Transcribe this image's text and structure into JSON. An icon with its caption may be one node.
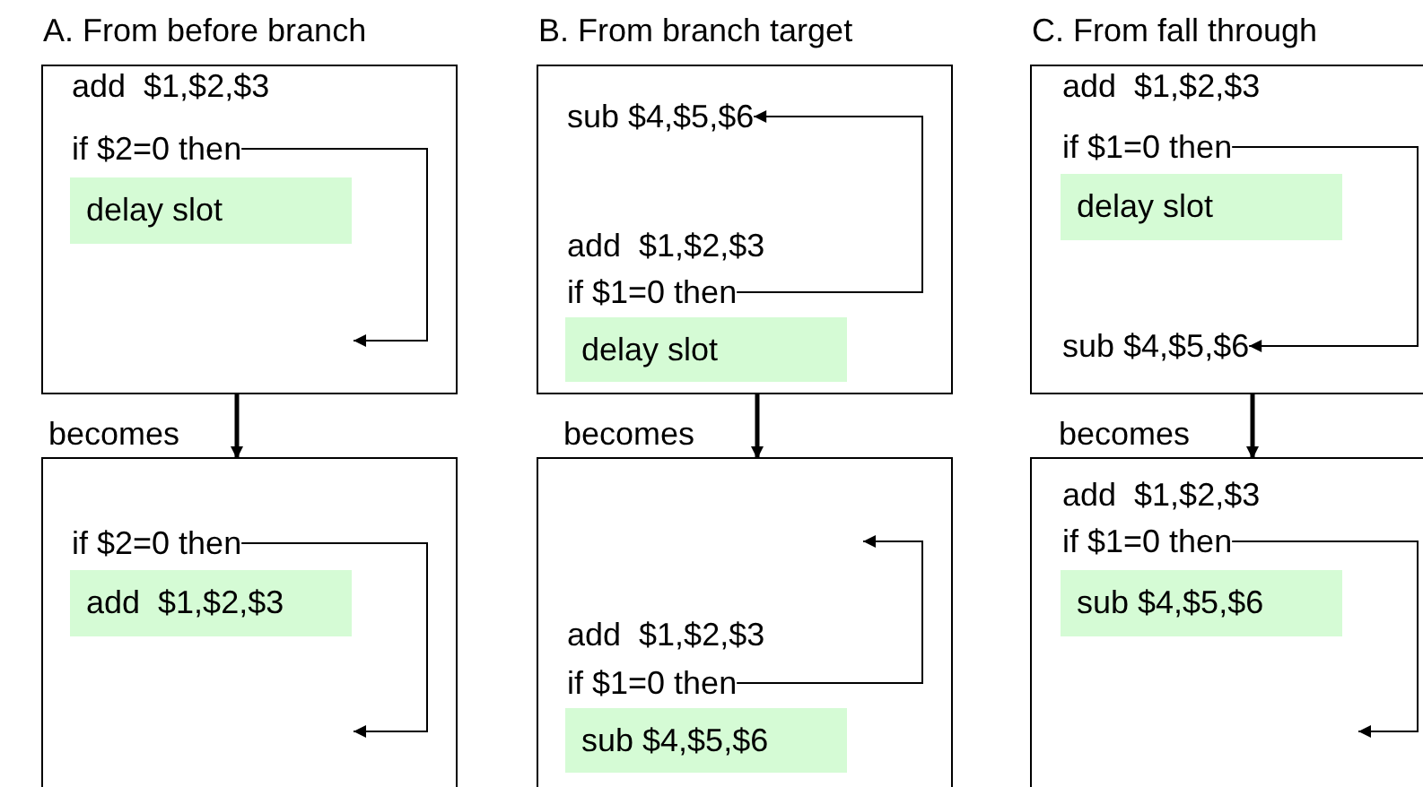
{
  "diagram": {
    "nodes": [
      {
        "text": [
          "A. From before branch"
        ]
      },
      {
        "text": [
          "add  $1,$2,$3"
        ],
        "in": 0
      },
      {
        "text": [
          "if $2=0 then"
        ],
        "in": 0
      },
      {
        "text": [
          "delay slot"
        ],
        "in": 0
      },
      {
        "text": [],
        "shape": "box"
      },
      {
        "text": [
          "if $2=0 then"
        ],
        "in": 4
      },
      {
        "text": [
          "add  $1,$2,$3"
        ],
        "in": 4
      },
      {
        "text": [
          "B. From branch target"
        ]
      },
      {
        "text": [
          "sub $4,$5,$6"
        ],
        "in": 7
      },
      {
        "text": [
          "add  $1,$2,$3"
        ],
        "in": 7
      },
      {
        "text": [
          "if $1=0 then"
        ],
        "in": 7
      },
      {
        "text": [
          "delay slot"
        ],
        "in": 7
      },
      {
        "text": [],
        "shape": "box"
      },
      {
        "text": [
          "add  $1,$2,$3"
        ],
        "in": 12
      },
      {
        "text": [
          "if $1=0 then"
        ],
        "in": 12
      },
      {
        "text": [
          "sub $4,$5,$6"
        ],
        "in": 12
      },
      {
        "text": [
          "C. From fall through"
        ]
      },
      {
        "text": [
          "add  $1,$2,$3"
        ],
        "in": 16
      },
      {
        "text": [
          "if $1=0 then"
        ],
        "in": 16
      },
      {
        "text": [
          "delay slot"
        ],
        "in": 16
      },
      {
        "text": [
          "sub $4,$5,$6"
        ],
        "in": 16
      },
      {
        "text": [],
        "shape": "box"
      },
      {
        "text": [
          "add  $1,$2,$3"
        ],
        "in": 21
      },
      {
        "text": [
          "if $1=0 then"
        ],
        "in": 21
      },
      {
        "text": [
          "sub $4,$5,$6"
        ],
        "in": 21
      }
    ],
    "edges": [
      {
        "from": 2,
        "to": null,
        "arrow": "to"
      },
      {
        "from": 0,
        "to": 4,
        "arrow": "to",
        "label": "becomes",
        "style": "thick"
      },
      {
        "from": 5,
        "to": null,
        "arrow": "to"
      },
      {
        "from": 10,
        "to": 8,
        "arrow": "to"
      },
      {
        "from": 7,
        "to": 12,
        "arrow": "to",
        "label": "becomes",
        "style": "thick"
      },
      {
        "from": 14,
        "to": null,
        "arrow": "to"
      },
      {
        "from": 18,
        "to": 20,
        "arrow": "to"
      },
      {
        "from": 16,
        "to": 21,
        "arrow": "to",
        "label": "becomes",
        "style": "thick"
      },
      {
        "from": 23,
        "to": null,
        "arrow": "to"
      }
    ]
  }
}
